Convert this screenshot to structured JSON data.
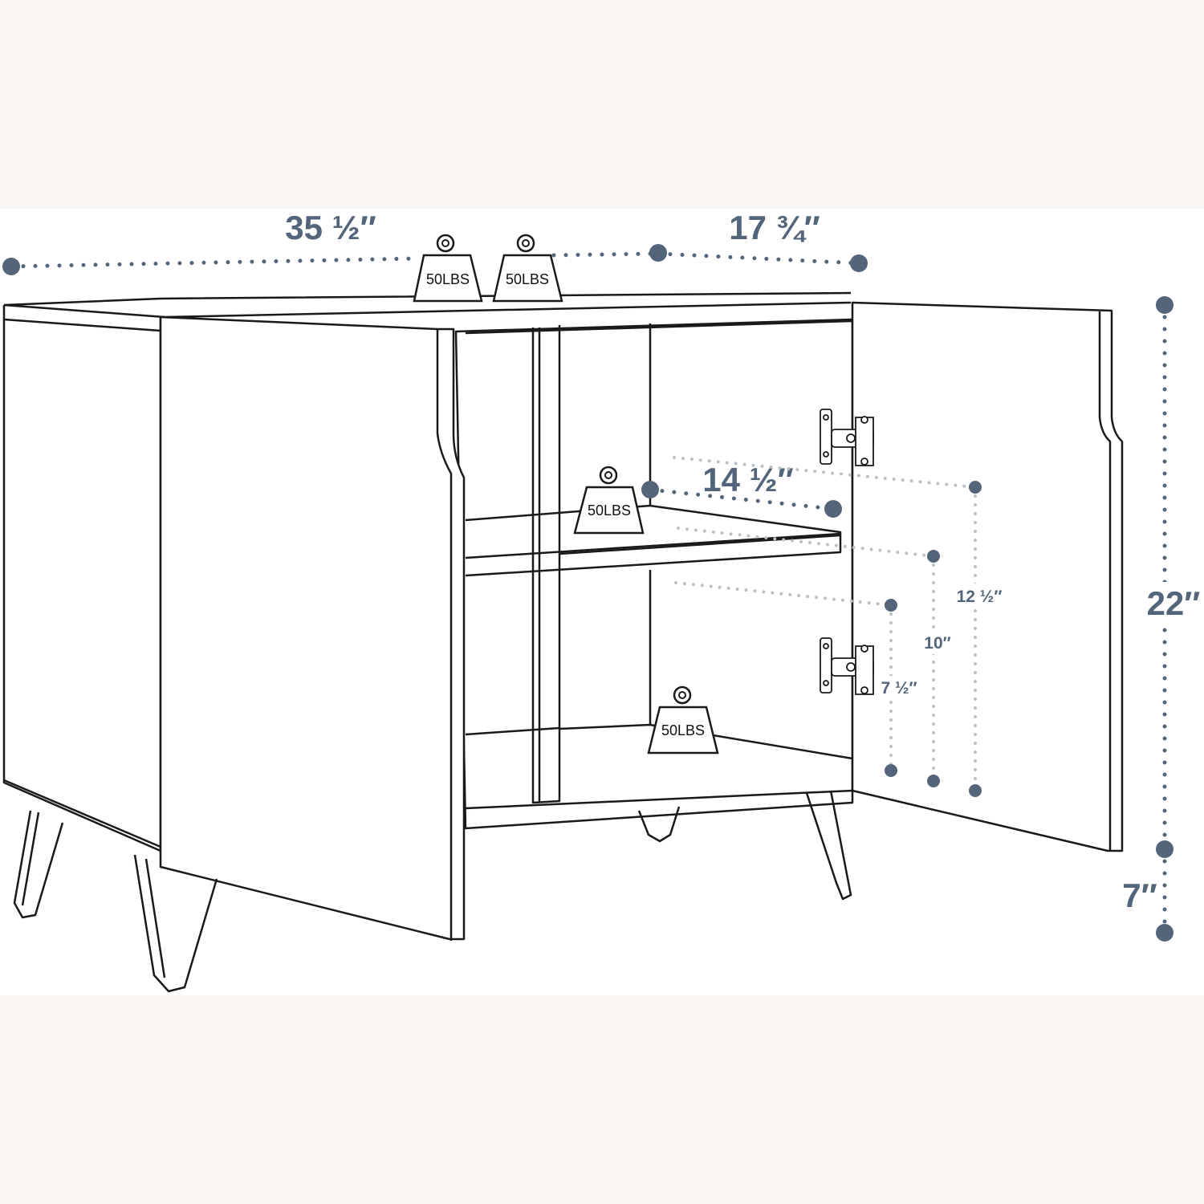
{
  "dimensions": {
    "width": "35 ½″",
    "depth": "17 ¾″",
    "inner_depth": "14 ½″",
    "height": "22″",
    "leg_height": "7″",
    "shelf_gap_large": "12 ½″",
    "shelf_gap_medium": "10″",
    "shelf_gap_small": "7 ½″"
  },
  "weights": {
    "top_left": "50LBS",
    "top_right": "50LBS",
    "shelf": "50LBS",
    "bottom": "50LBS"
  },
  "colors": {
    "dimension": "#52657a",
    "dimension_dots_light": "#b9c3c6",
    "outline": "#1a1a1a",
    "background": "#f8f5f2"
  }
}
